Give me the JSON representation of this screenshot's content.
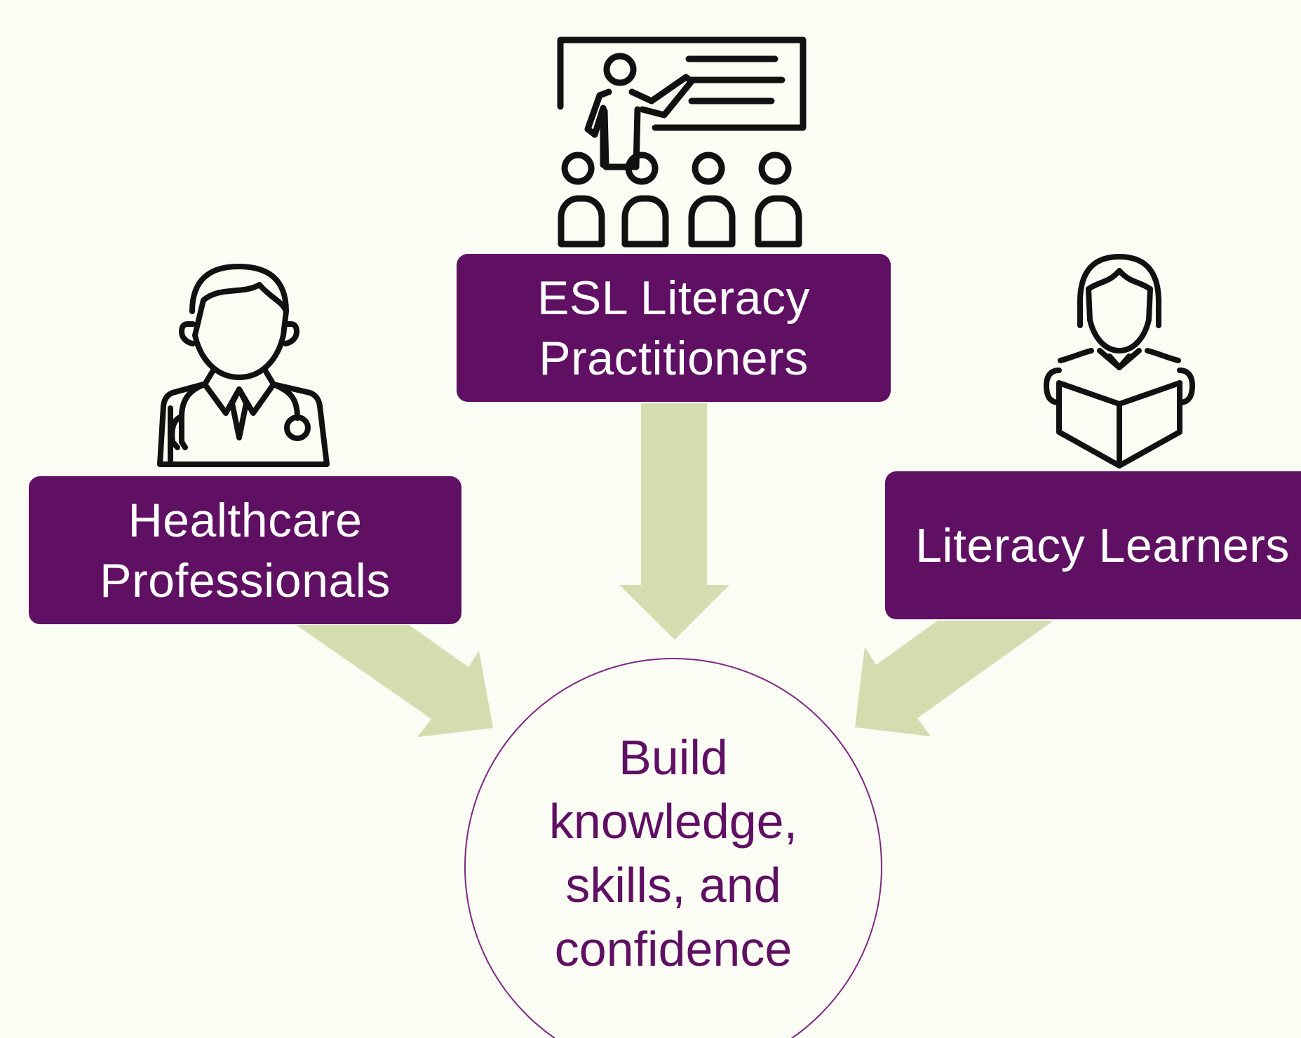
{
  "diagram": {
    "nodes": {
      "healthcare": {
        "label": "Healthcare\nProfessionals",
        "icon": "doctor-with-stethoscope-icon"
      },
      "esl": {
        "label": "ESL Literacy\nPractitioners",
        "icon": "teacher-presentation-icon"
      },
      "learners": {
        "label": "Literacy Learners",
        "icon": "reader-with-book-icon"
      },
      "goal": {
        "label": "Build\nknowledge,\nskills, and\nconfidence"
      }
    },
    "colors": {
      "box_fill": "#5f1063",
      "box_text": "#ffffff",
      "goal_text": "#5f1063",
      "goal_outline": "#7b2b7f",
      "arrow_fill": "#d5ddb0",
      "background": "#fbfcf4",
      "icon_stroke": "#111111"
    }
  }
}
